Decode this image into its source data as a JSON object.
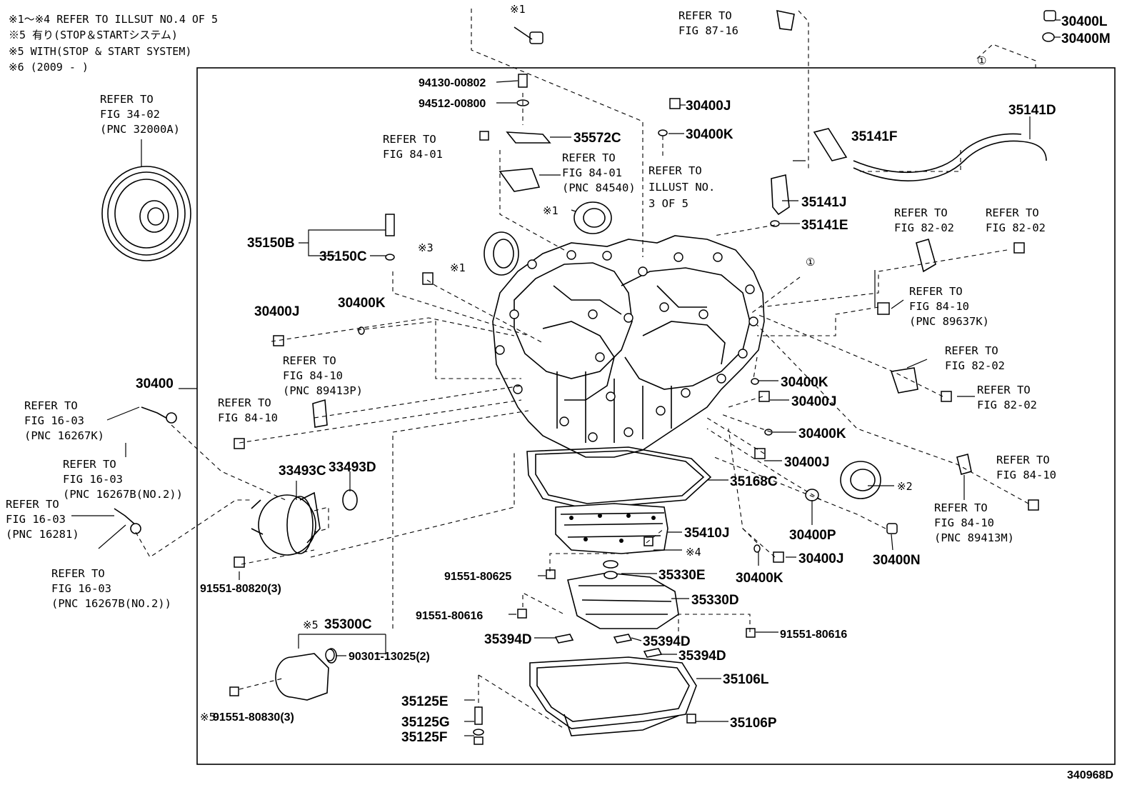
{
  "notes": [
    "※1～※4 REFER TO ILLSUT NO.4 OF 5",
    "※5 有り(STOP＆STARTシステム)",
    "※5 WITH(STOP & START SYSTEM)",
    "※6 (2009 -      )"
  ],
  "diagram_code": "340968D",
  "parts": {
    "p30400": "30400",
    "p30400L": "30400L",
    "p30400M": "30400M",
    "p30400J_top": "30400J",
    "p30400K_top": "30400K",
    "p30400J_left": "30400J",
    "p30400K_left": "30400K",
    "p30400K_r1": "30400K",
    "p30400J_r1": "30400J",
    "p30400K_r2": "30400K",
    "p30400J_r2": "30400J",
    "p30400P": "30400P",
    "p30400J_r3": "30400J",
    "p30400N": "30400N",
    "p30400K_b": "30400K",
    "p35141D": "35141D",
    "p35141F": "35141F",
    "p35141J": "35141J",
    "p35141E": "35141E",
    "p35572C": "35572C",
    "p94130": "94130-00802",
    "p94512": "94512-00800",
    "p35150B": "35150B",
    "p35150C": "35150C",
    "p33493C": "33493C",
    "p33493D": "33493D",
    "p35168C": "35168C",
    "p35410J": "35410J",
    "p35330E": "35330E",
    "p35330D": "35330D",
    "p91551_80625": "91551-80625",
    "p91551_80616a": "91551-80616",
    "p91551_80616b": "91551-80616",
    "p91551_80820": "91551-80820(3)",
    "p35394D_a": "35394D",
    "p35394D_b": "35394D",
    "p35394D_c": "35394D",
    "p35106L": "35106L",
    "p35106P": "35106P",
    "p35125E": "35125E",
    "p35125G": "35125G",
    "p35125F": "35125F",
    "p35300C": "35300C",
    "p90301": "90301-13025(2)",
    "p91551_80830": "91551-80830(3)"
  },
  "marks": {
    "m1_top": "※1",
    "m1_seal": "※1",
    "m1_seal2": "※1",
    "m3": "※3",
    "m4": "※4",
    "m2": "※2",
    "m5_a": "※5",
    "m5_b": "※5",
    "circ1_top": "①",
    "circ1_mid": "①"
  },
  "refs": {
    "r_fig8716": [
      "REFER TO",
      "FIG 87-16"
    ],
    "r_fig3402": [
      "REFER TO",
      "FIG 34-02",
      "(PNC 32000A)"
    ],
    "r_fig8401a": [
      "REFER TO",
      "FIG 84-01"
    ],
    "r_fig8401b": [
      "REFER TO",
      "FIG 84-01",
      "(PNC 84540)"
    ],
    "r_illust": [
      "REFER TO",
      "ILLUST NO.",
      "3 OF 5"
    ],
    "r_fig8202a": [
      "REFER TO",
      "FIG 82-02"
    ],
    "r_fig8202b": [
      "REFER TO",
      "FIG 82-02"
    ],
    "r_fig8410a": [
      "REFER TO",
      "FIG 84-10",
      "(PNC 89637K)"
    ],
    "r_fig8202c": [
      "REFER TO",
      "FIG 82-02"
    ],
    "r_fig8202d": [
      "REFER TO",
      "FIG 82-02"
    ],
    "r_fig8410b": [
      "REFER TO",
      "FIG 84-10",
      "(PNC 89413P)"
    ],
    "r_fig8410c": [
      "REFER TO",
      "FIG 84-10"
    ],
    "r_fig1603a": [
      "REFER TO",
      "FIG 16-03",
      "(PNC 16267K)"
    ],
    "r_fig1603b": [
      "REFER TO",
      "FIG 16-03",
      "(PNC 16267B(NO.2))"
    ],
    "r_fig1603c": [
      "REFER TO",
      "FIG 16-03",
      "(PNC 16281)"
    ],
    "r_fig1603d": [
      "REFER TO",
      "FIG 16-03",
      "(PNC 16267B(NO.2))"
    ],
    "r_fig8410d": [
      "REFER TO",
      "FIG 84-10"
    ],
    "r_fig8410e": [
      "REFER TO",
      "FIG 84-10",
      "(PNC 89413M)"
    ]
  }
}
